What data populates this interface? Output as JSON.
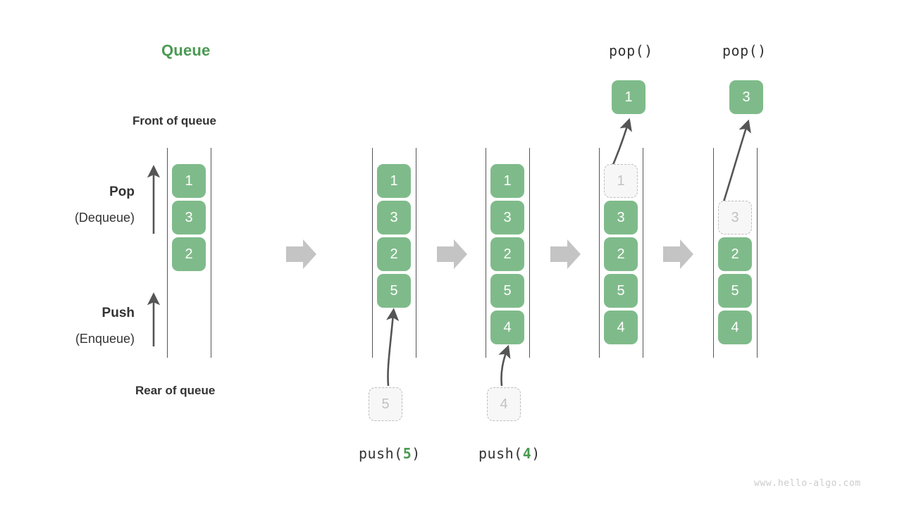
{
  "meta": {
    "title": "Queue",
    "watermark": "www.hello-algo.com",
    "colors": {
      "accent_green": "#4a9a52",
      "cell_green": "#7fbb8a",
      "ghost_fill": "#f7f7f7",
      "ghost_border": "#bdbdbd",
      "rail": "#555555",
      "step_arrow": "#c4c4c4",
      "text": "#333333",
      "watermark": "#cccccc"
    }
  },
  "labels": {
    "front_of_queue": "Front of queue",
    "rear_of_queue": "Rear of queue",
    "pop_name": "Pop",
    "pop_alt": "(Dequeue)",
    "push_name": "Push",
    "push_alt": "(Enqueue)"
  },
  "columns": [
    {
      "id": "initial",
      "caption": "",
      "caption_arg": "",
      "top_caption": "",
      "cells": [
        "1",
        "3",
        "2"
      ],
      "cell_states": [
        "solid",
        "solid",
        "solid"
      ],
      "incoming": null,
      "outgoing": null
    },
    {
      "id": "after-push-5",
      "caption": "push(",
      "caption_arg": "5",
      "caption_close": ")",
      "top_caption": "",
      "cells": [
        "1",
        "3",
        "2",
        "5"
      ],
      "cell_states": [
        "solid",
        "solid",
        "solid",
        "solid"
      ],
      "incoming": "5",
      "outgoing": null
    },
    {
      "id": "after-push-4",
      "caption": "push(",
      "caption_arg": "4",
      "caption_close": ")",
      "top_caption": "",
      "cells": [
        "1",
        "3",
        "2",
        "5",
        "4"
      ],
      "cell_states": [
        "solid",
        "solid",
        "solid",
        "solid",
        "solid"
      ],
      "incoming": "4",
      "outgoing": null
    },
    {
      "id": "after-pop-1",
      "caption": "",
      "caption_arg": "",
      "top_caption": "pop()",
      "cells": [
        "1",
        "3",
        "2",
        "5",
        "4"
      ],
      "cell_states": [
        "ghost",
        "solid",
        "solid",
        "solid",
        "solid"
      ],
      "incoming": null,
      "outgoing": "1"
    },
    {
      "id": "after-pop-3",
      "caption": "",
      "caption_arg": "",
      "top_caption": "pop()",
      "cells": [
        "",
        "3",
        "2",
        "5",
        "4"
      ],
      "cell_states": [
        "empty",
        "ghost",
        "solid",
        "solid",
        "solid"
      ],
      "incoming": null,
      "outgoing": "3"
    }
  ],
  "step_arrows": [
    "step-arrow-1",
    "step-arrow-2",
    "step-arrow-3",
    "step-arrow-4"
  ],
  "direction_arrows": {
    "pop_arrow": "arrow-up-pop",
    "push_arrow": "arrow-up-push"
  }
}
